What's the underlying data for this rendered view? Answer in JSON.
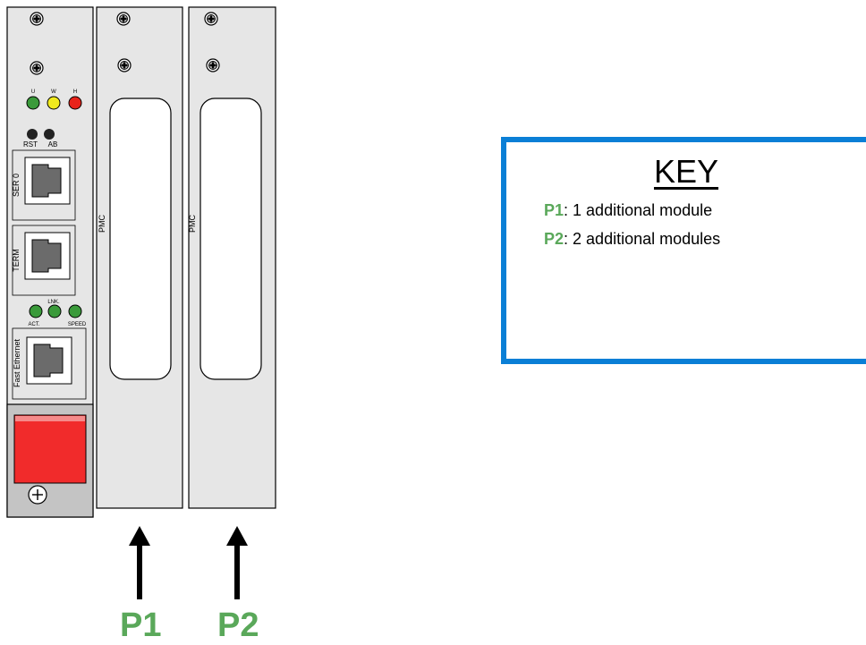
{
  "colors": {
    "panel": "#e6e6e6",
    "led_green": "#3a9a3a",
    "led_yellow": "#f1ea1e",
    "led_red": "#e8231a",
    "eject_red": "#f12b2b",
    "key_border": "#0a7fd6",
    "label_green": "#5aa85a",
    "arrow": "#000000"
  },
  "icons": [
    "screw-icon",
    "led-icon",
    "rj45-port-icon",
    "plus-circle-icon",
    "arrow-up-icon"
  ],
  "cpu_card": {
    "led_labels": [
      "U",
      "W",
      "H"
    ],
    "button_labels": [
      "RST",
      "AB"
    ],
    "port_labels": [
      "SER 0",
      "TERM",
      "Fast Ethernet"
    ],
    "eth_led_labels": [
      "ACT.",
      "LNK.",
      "SPEED"
    ]
  },
  "slots": [
    {
      "label": "PMC",
      "marker": "P1"
    },
    {
      "label": "PMC",
      "marker": "P2"
    }
  ],
  "key": {
    "title": "KEY",
    "entries": [
      {
        "code": "P1",
        "text": ": 1 additional module"
      },
      {
        "code": "P2",
        "text": ": 2 additional modules"
      }
    ]
  }
}
